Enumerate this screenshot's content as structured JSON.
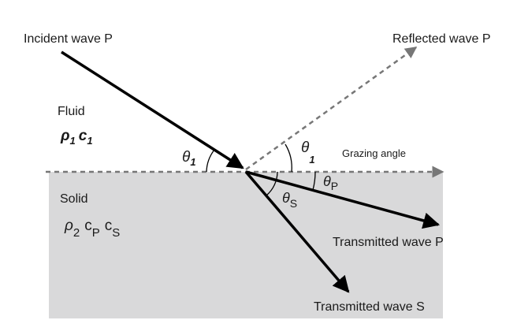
{
  "labels": {
    "incident": "Incident wave P",
    "reflected": "Reflected wave P",
    "fluid": "Fluid",
    "solid": "Solid",
    "grazing": "Grazing angle",
    "transmitted_p": "Transmitted wave P",
    "transmitted_s": "Transmitted wave S"
  },
  "symbols": {
    "rho": "ρ",
    "c": "c",
    "theta": "θ",
    "sub_1": "1",
    "sub_2": "2",
    "sub_P": "P",
    "sub_S": "S"
  },
  "colors": {
    "solid_fill": "#d9d9da",
    "ray": "#000000",
    "dashed": "#777777"
  }
}
